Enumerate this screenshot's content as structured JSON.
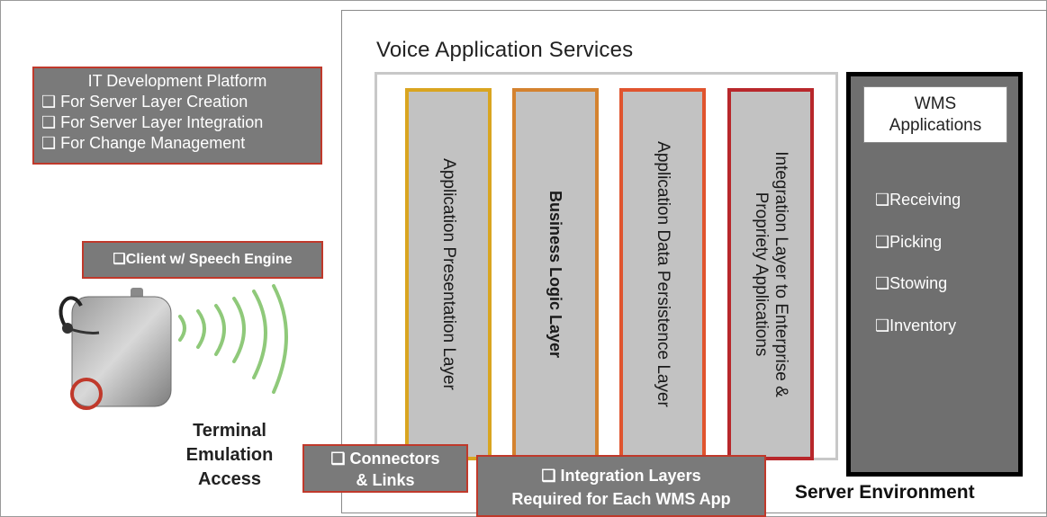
{
  "vas_title": "Voice Application Services",
  "layers": [
    "Application Presentation Layer",
    "Business Logic Layer",
    "Application Data Persistence Layer",
    "Integration Layer to Enterprise &",
    "Propriety Applications"
  ],
  "wms": {
    "title_line1": "WMS",
    "title_line2": "Applications",
    "items": [
      "❑Receiving",
      "❑Picking",
      "❑Stowing",
      "❑Inventory"
    ]
  },
  "server_env": "Server Environment",
  "it_platform": {
    "title": "IT Development Platform",
    "items": [
      "❑ For Server Layer Creation",
      "❑ For Server Layer Integration",
      "❑ For Change Management"
    ]
  },
  "client": "❑Client w/ Speech Engine",
  "terminal": [
    "Terminal",
    "Emulation",
    "Access"
  ],
  "connectors": [
    "❑ Connectors",
    "& Links"
  ],
  "integration": [
    "❑ Integration Layers",
    "Required for Each WMS App"
  ],
  "colors": {
    "layer1_border": "#d9a520",
    "layer2_border": "#d4822f",
    "layer3_border": "#e0542e",
    "layer4_border": "#b8272b",
    "callout_border": "#c0392b",
    "callout_fill": "#7a7a7a",
    "wave": "#8fc97a"
  },
  "icons": [
    "headset-device-icon",
    "sound-wave-icon"
  ]
}
